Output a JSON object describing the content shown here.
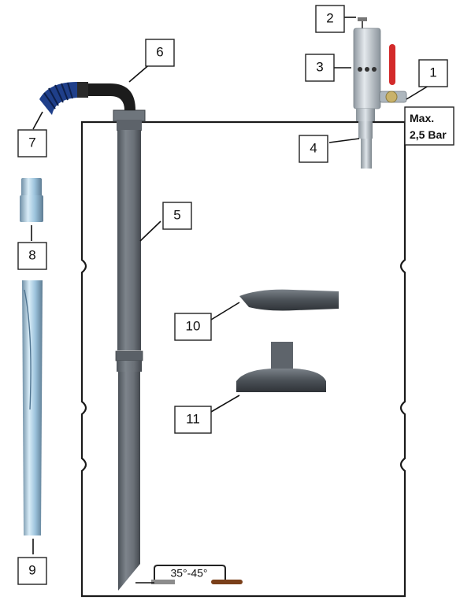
{
  "callouts": {
    "c1": "1",
    "c2": "2",
    "c3": "3",
    "c4": "4",
    "c5": "5",
    "c6": "6",
    "c7": "7",
    "c8": "8",
    "c9": "9",
    "c10": "10",
    "c11": "11"
  },
  "pressure": {
    "line1": "Max.",
    "line2": "2,5 Bar"
  },
  "angle_label": "35°-45°",
  "colors": {
    "pipe_gray": "#6f757c",
    "pipe_dark": "#4a4f55",
    "hose_blue": "#1f3f8a",
    "hose_black": "#1c1c1c",
    "valve_red": "#d32a2a",
    "aluminium": "#b9c3cb",
    "tube_blue": "#a9cfe6"
  }
}
